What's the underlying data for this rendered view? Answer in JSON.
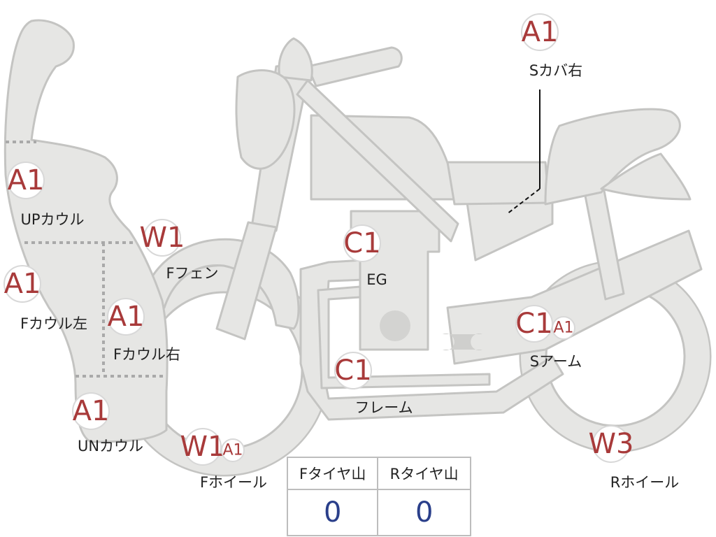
{
  "parts": [
    {
      "id": "s-cover-right",
      "code": "A1",
      "label": "Sカバ右"
    },
    {
      "id": "up-cowl",
      "code": "A1",
      "label": "UPカウル"
    },
    {
      "id": "f-fender",
      "code": "W1",
      "label": "Fフェン"
    },
    {
      "id": "engine",
      "code": "C1",
      "label": "EG"
    },
    {
      "id": "f-cowl-left",
      "code": "A1",
      "label": "Fカウル左"
    },
    {
      "id": "f-cowl-right",
      "code": "A1",
      "label": "Fカウル右"
    },
    {
      "id": "frame",
      "code": "C1",
      "label": "フレーム"
    },
    {
      "id": "swing-arm",
      "code": "C1",
      "extra_code": "A1",
      "label": "Sアーム"
    },
    {
      "id": "under-cowl",
      "code": "A1",
      "label": "UNカウル"
    },
    {
      "id": "f-wheel",
      "code": "W1",
      "extra_code": "A1",
      "label": "Fホイール"
    },
    {
      "id": "r-wheel",
      "code": "W3",
      "label": "Rホイール"
    }
  ],
  "tire_tread": {
    "front_label": "Fタイヤ山",
    "rear_label": "Rタイヤ山",
    "front_value": "0",
    "rear_value": "0",
    "value_color": "#2a3f8a"
  },
  "colors": {
    "part_fill": "#e6e6e4",
    "part_stroke": "#c4c4c2",
    "code_color": "#a83a3a"
  }
}
